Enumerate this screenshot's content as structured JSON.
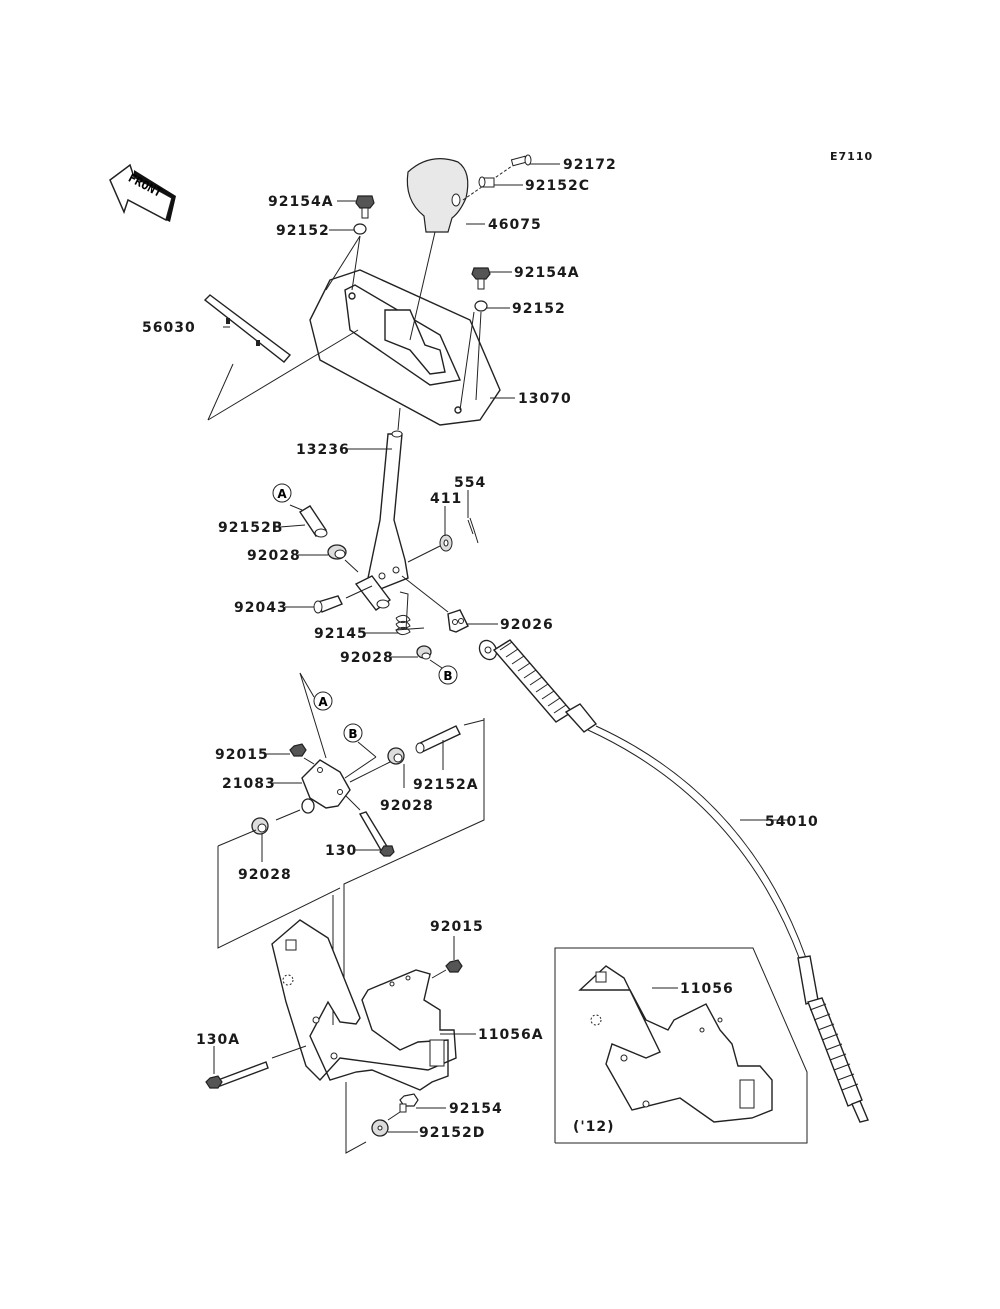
{
  "diagram": {
    "code": "E7110",
    "front_arrow": "FRONT",
    "inset_note": "('12)",
    "callouts": {
      "a": "A",
      "b": "B"
    },
    "parts": {
      "p92172": "92172",
      "p92152C": "92152C",
      "p46075": "46075",
      "p92154A_top": "92154A",
      "p92152_top": "92152",
      "p92154A_right": "92154A",
      "p92152_right": "92152",
      "p56030": "56030",
      "p13070": "13070",
      "p13236": "13236",
      "p554": "554",
      "p411": "411",
      "p92152B": "92152B",
      "p92028_a": "92028",
      "p92043": "92043",
      "p92145": "92145",
      "p92026": "92026",
      "p92028_b": "92028",
      "p92015_a": "92015",
      "p21083": "21083",
      "p92028_c": "92028",
      "p92152A": "92152A",
      "p130": "130",
      "p92028_d": "92028",
      "p54010": "54010",
      "p92015_b": "92015",
      "p11056A": "11056A",
      "p130A": "130A",
      "p92154": "92154",
      "p92152D": "92152D",
      "p11056": "11056"
    }
  }
}
